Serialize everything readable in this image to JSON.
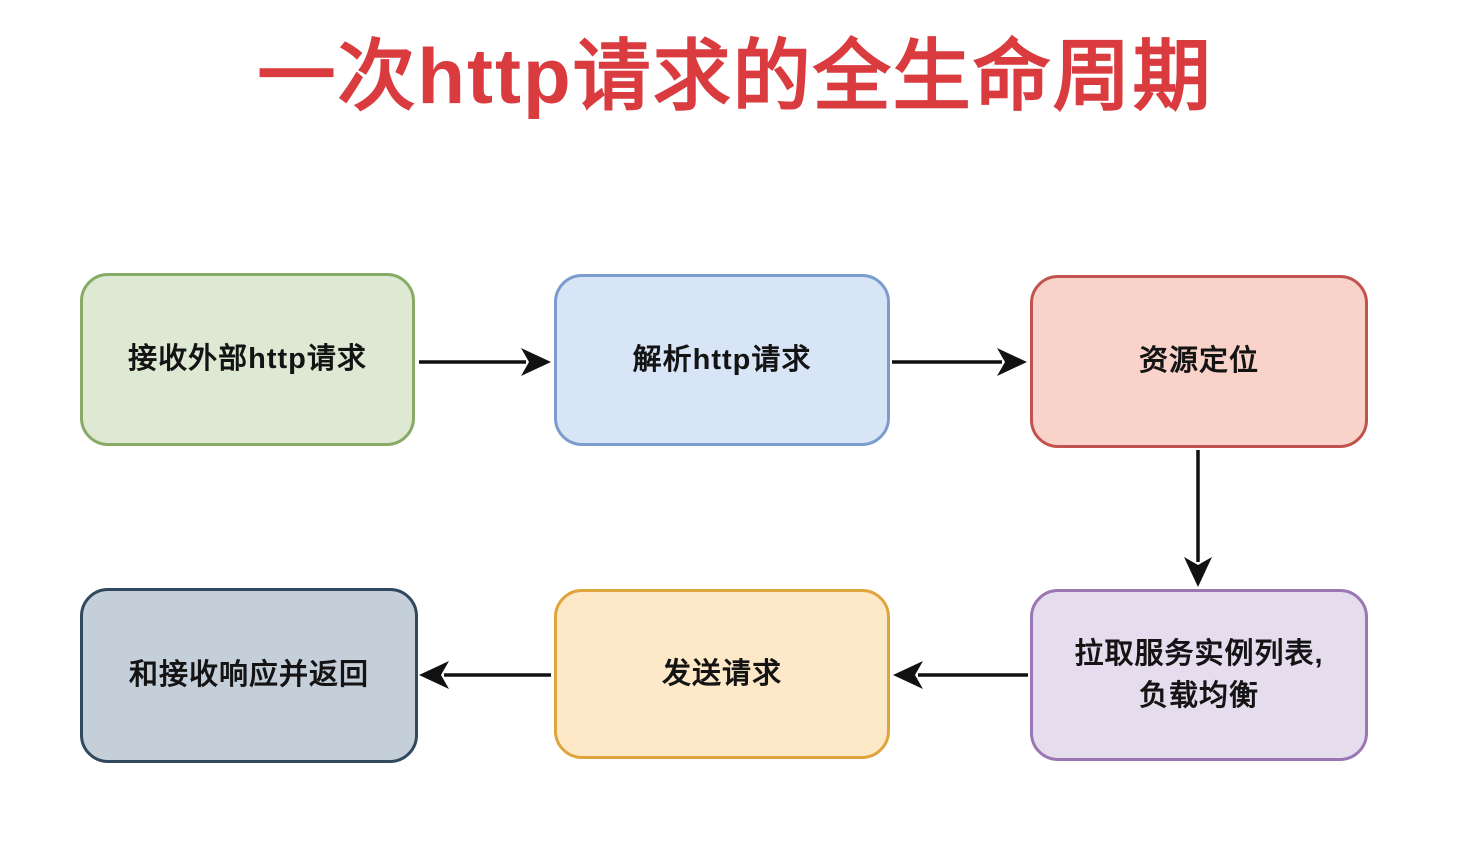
{
  "title": "一次http请求的全生命周期",
  "title_color": "#d93b3f",
  "arrow_color": "#111111",
  "text_color": "#141414",
  "nodes": [
    {
      "id": "receive-http-request",
      "label": "接收外部http请求",
      "fill": "#dde9d3",
      "border": "#87aa66"
    },
    {
      "id": "parse-http-request",
      "label": "解析http请求",
      "fill": "#d8e5f6",
      "border": "#7b9ccd"
    },
    {
      "id": "resource-locate",
      "label": "资源定位",
      "fill": "#f9d3ca",
      "border": "#c1534e"
    },
    {
      "id": "pull-instances-load-balance",
      "label": "拉取服务实例列表,\n负载均衡",
      "fill": "#e5dcee",
      "border": "#9a77b2"
    },
    {
      "id": "send-request",
      "label": "发送请求",
      "fill": "#fde8c8",
      "border": "#dfa43c"
    },
    {
      "id": "receive-response-and-return",
      "label": "和接收响应并返回",
      "fill": "#c5cfda",
      "border": "#30495f"
    }
  ],
  "edges": [
    {
      "from": "receive-http-request",
      "to": "parse-http-request"
    },
    {
      "from": "parse-http-request",
      "to": "resource-locate"
    },
    {
      "from": "resource-locate",
      "to": "pull-instances-load-balance"
    },
    {
      "from": "pull-instances-load-balance",
      "to": "send-request"
    },
    {
      "from": "send-request",
      "to": "receive-response-and-return"
    }
  ]
}
